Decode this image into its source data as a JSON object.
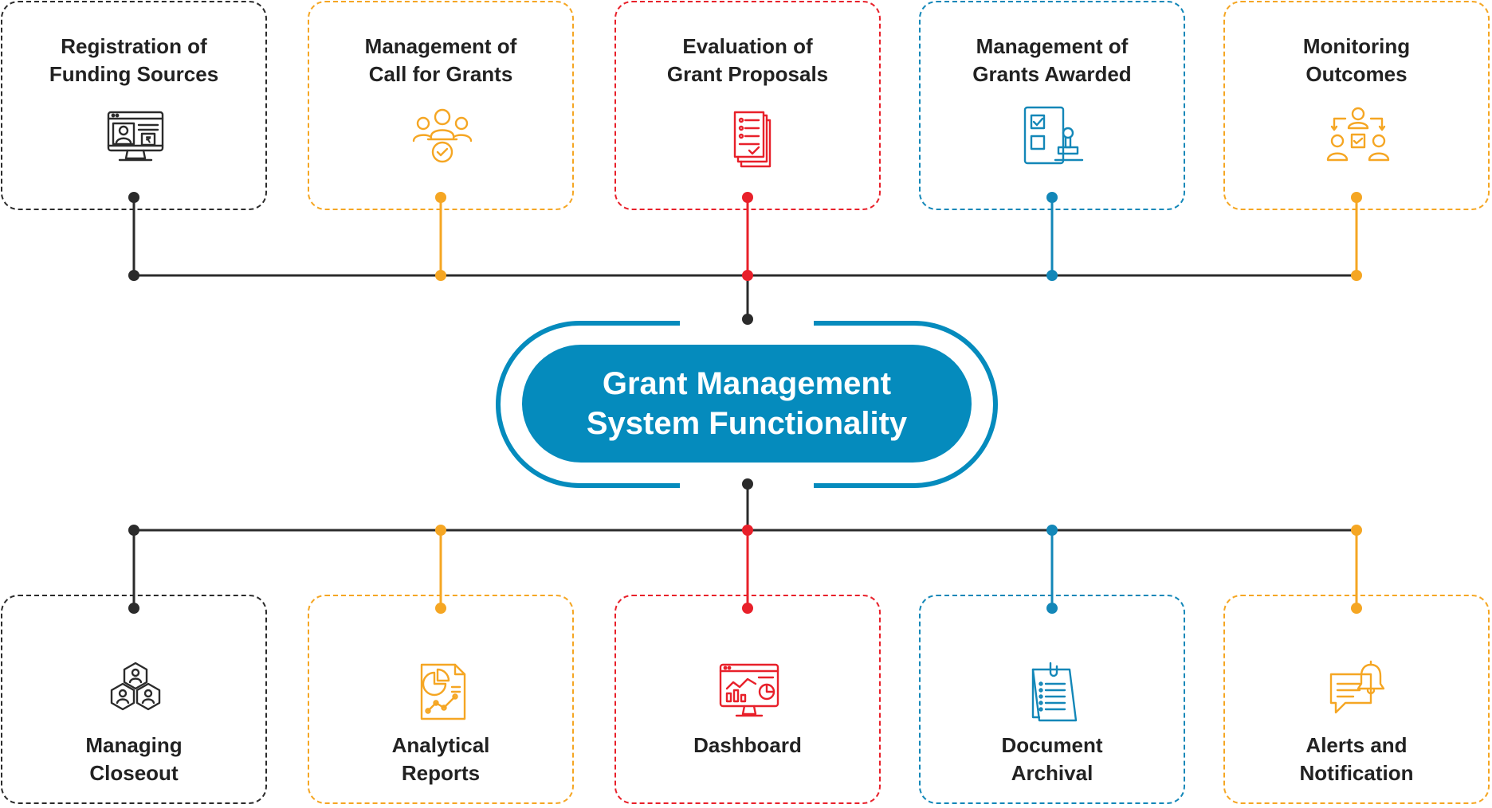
{
  "hub": {
    "line1": "Grant Management",
    "line2": "System Functionality",
    "color": "#058bbd"
  },
  "colors": {
    "black": "#2b2b2b",
    "orange": "#f5a623",
    "red": "#e8202a",
    "blue": "#1387b8"
  },
  "top_items": [
    {
      "label": "Registration of\nFunding Sources",
      "color": "black",
      "icon": "computer-id-card-icon"
    },
    {
      "label": "Management of\nCall for Grants",
      "color": "orange",
      "icon": "team-approval-icon"
    },
    {
      "label": "Evaluation of\nGrant Proposals",
      "color": "red",
      "icon": "documents-checklist-icon"
    },
    {
      "label": "Management of\nGrants Awarded",
      "color": "blue",
      "icon": "approval-stamp-icon"
    },
    {
      "label": "Monitoring\nOutcomes",
      "color": "orange",
      "icon": "team-workflow-icon"
    }
  ],
  "bottom_items": [
    {
      "label": "Managing\nCloseout",
      "color": "black",
      "icon": "team-hexagon-icon"
    },
    {
      "label": "Analytical\nReports",
      "color": "orange",
      "icon": "report-chart-icon"
    },
    {
      "label": "Dashboard",
      "color": "red",
      "icon": "dashboard-monitor-icon"
    },
    {
      "label": "Document\nArchival",
      "color": "blue",
      "icon": "clipboard-document-icon"
    },
    {
      "label": "Alerts and\nNotification",
      "color": "orange",
      "icon": "chat-bell-icon"
    }
  ]
}
